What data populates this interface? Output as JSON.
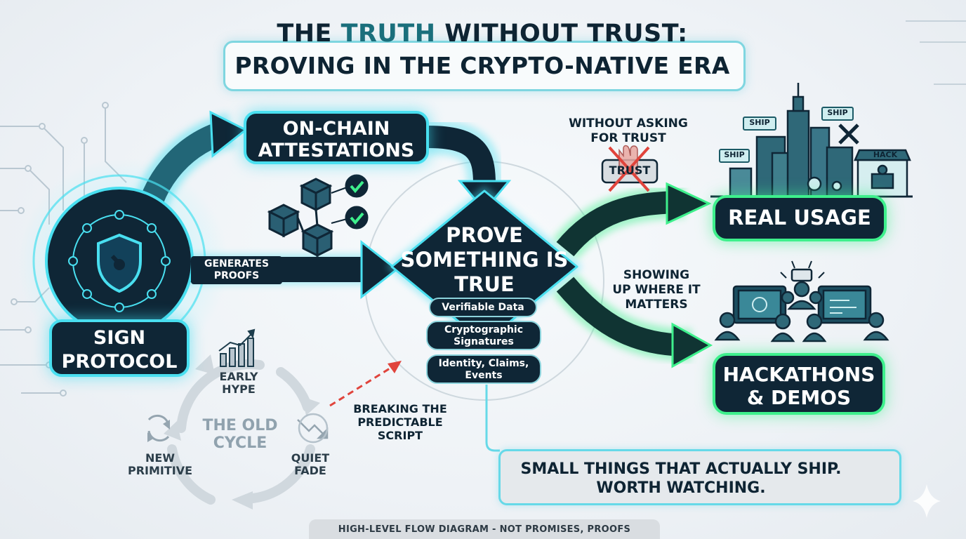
{
  "title": {
    "line1_prefix": "THE ",
    "line1_accent": "TRUTH",
    "line1_suffix": " WITHOUT TRUST:",
    "line2": "PROVING IN THE CRYPTO-NATIVE ERA"
  },
  "nodes": {
    "sign_protocol": "SIGN PROTOCOL",
    "on_chain": "ON-CHAIN ATTESTATIONS",
    "generates_proofs": "GENERATES PROOFS",
    "prove": "PROVE SOMETHING IS TRUE",
    "real_usage": "REAL USAGE",
    "hackathons": "HACKATHONS & DEMOS"
  },
  "prove_tags": [
    "Verifiable Data",
    "Cryptographic Signatures",
    "Identity, Claims, Events"
  ],
  "annotations": {
    "without_trust": "WITHOUT ASKING FOR TRUST",
    "trust_sign": "TRUST",
    "showing_up": "SHOWING UP WHERE IT MATTERS",
    "breaking": "BREAKING THE PREDICTABLE SCRIPT"
  },
  "city_badges": [
    "SHIP",
    "SHIP",
    "SHIP",
    "HACK"
  ],
  "old_cycle": {
    "title": "THE OLD CYCLE",
    "early_hype": "EARLY HYPE",
    "quiet_fade": "QUIET FADE",
    "new_primitive": "NEW PRIMITIVE"
  },
  "bottom_box": "SMALL THINGS THAT ACTUALLY SHIP. WORTH WATCHING.",
  "footer": "HIGH-LEVEL FLOW DIAGRAM - NOT PROMISES, PROOFS",
  "colors": {
    "navy": "#0f2636",
    "cyan_glow": "#49dff0",
    "green_glow": "#3ef08c",
    "red_dash": "#e0443c"
  }
}
